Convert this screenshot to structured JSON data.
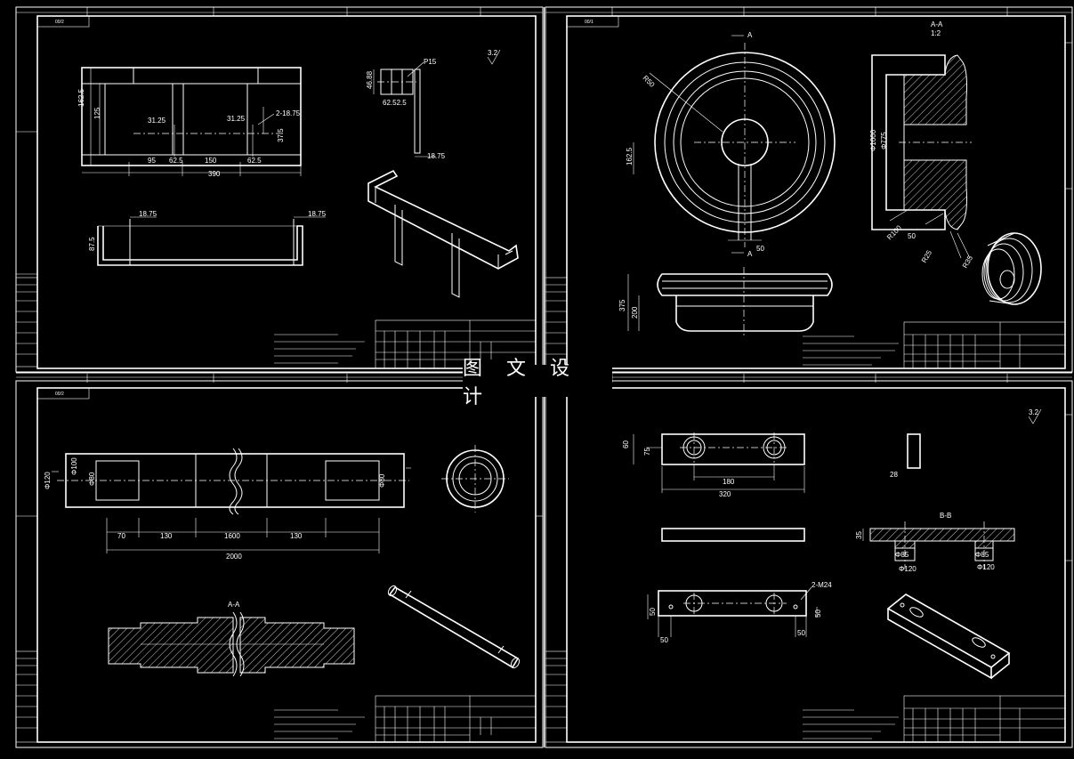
{
  "banner": {
    "title": "图 文 设 计"
  },
  "sheet1": {
    "code": "00/2",
    "roughness": "3.2",
    "dims": {
      "d1625": "162.5",
      "d125": "125",
      "d3125a": "31.25",
      "d3125b": "31.25",
      "hole": "2-18.75",
      "d375": "37.5",
      "d95": "95",
      "d625a": "62.5",
      "d150": "150",
      "d625b": "62.5",
      "d390": "390",
      "p15": "P15",
      "d4688": "46.88",
      "d6252": "62.52.5",
      "d1875a": "18.75",
      "d1875b": "18.75",
      "d1875c": "18.75",
      "d875": "87.5"
    }
  },
  "sheet2": {
    "code": "00/1",
    "section": "A-A",
    "sectionB": "1:2",
    "dims": {
      "a_top": "A",
      "a_bot": "A",
      "r50": "R50",
      "d1625": "162.5",
      "d50": "50",
      "phi1000": "Φ1000",
      "phi775": "Φ775",
      "r100": "R100",
      "d50b": "50",
      "r25": "R25",
      "r35": "R35",
      "d375": "375",
      "d200": "200"
    }
  },
  "sheet3": {
    "code": "00/2",
    "section": "A-A",
    "dims": {
      "phi120": "Φ120",
      "phi100": "Φ100",
      "phi80": "Φ80",
      "phi80b": "Φ80",
      "d70": "70",
      "d130": "130",
      "d1600": "1600",
      "d130b": "130",
      "d2000": "2000"
    }
  },
  "sheet4": {
    "roughness": "3.2",
    "section": "B-B",
    "dims": {
      "d60": "60",
      "d75": "75",
      "d180": "180",
      "d320": "320",
      "d28": "28",
      "d35": "35",
      "phi85a": "Φ85",
      "phi85b": "Φ85",
      "phi120a": "Φ120",
      "phi120b": "Φ120",
      "m24": "2-M24",
      "d50a": "50",
      "d50b": "50",
      "d50c": "50",
      "d50d": "50"
    }
  }
}
